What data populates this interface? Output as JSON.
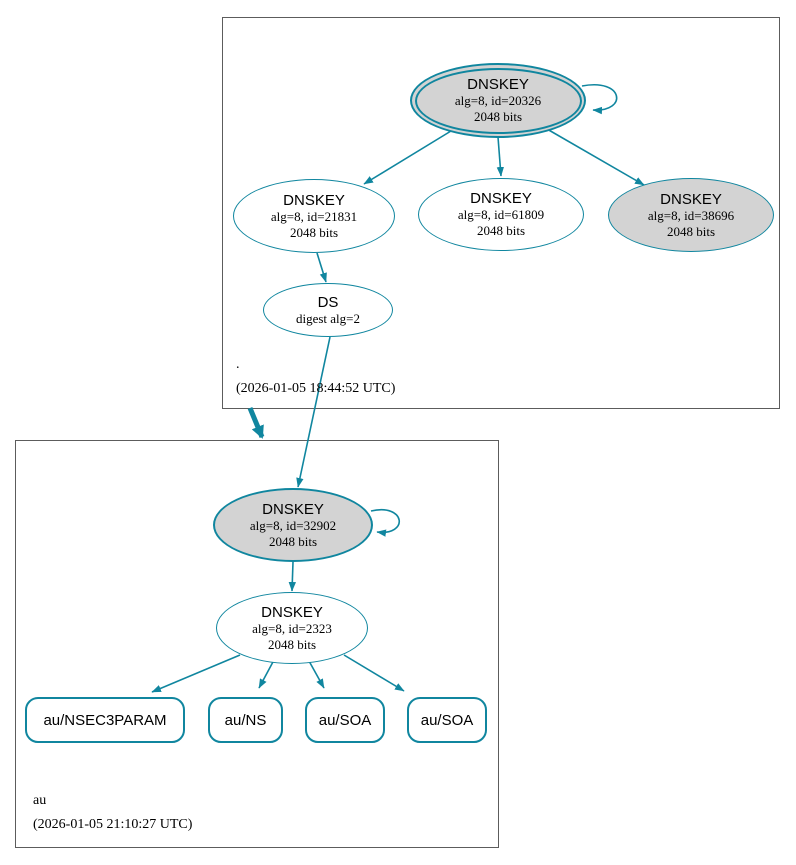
{
  "colors": {
    "accent": "#10869f",
    "node_gray_fill": "#d3d3d3",
    "zone_border": "#5c5c5c",
    "background": "#ffffff",
    "text": "#000000"
  },
  "zones": {
    "root": {
      "name": ".",
      "timestamp": "(2026-01-05 18:44:52 UTC)",
      "ksk": {
        "title": "DNSKEY",
        "detail1": "alg=8, id=20326",
        "detail2": "2048 bits"
      },
      "zsk1": {
        "title": "DNSKEY",
        "detail1": "alg=8, id=21831",
        "detail2": "2048 bits"
      },
      "zsk2": {
        "title": "DNSKEY",
        "detail1": "alg=8, id=61809",
        "detail2": "2048 bits"
      },
      "zsk3": {
        "title": "DNSKEY",
        "detail1": "alg=8, id=38696",
        "detail2": "2048 bits"
      },
      "ds": {
        "title": "DS",
        "detail1": "digest alg=2"
      }
    },
    "au": {
      "name": "au",
      "timestamp": "(2026-01-05 21:10:27 UTC)",
      "ksk": {
        "title": "DNSKEY",
        "detail1": "alg=8, id=32902",
        "detail2": "2048 bits"
      },
      "zsk": {
        "title": "DNSKEY",
        "detail1": "alg=8, id=2323",
        "detail2": "2048 bits"
      },
      "rrsets": [
        {
          "label": "au/NSEC3PARAM"
        },
        {
          "label": "au/NS"
        },
        {
          "label": "au/SOA"
        },
        {
          "label": "au/SOA"
        }
      ]
    }
  }
}
